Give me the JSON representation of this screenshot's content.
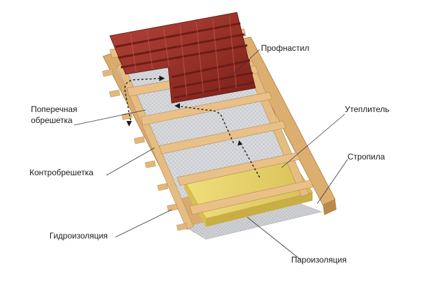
{
  "labels": {
    "profnastil": "Профнастил",
    "poperechnaya_l1": "Поперечная",
    "poperechnaya_l2": "обрешетка",
    "uteplitel": "Утеплитель",
    "stropila": "Стропила",
    "kontrobreshetka": "Контробрешетка",
    "gidroizolyaciya": "Гидроизоляция",
    "paroizolyaciya": "Пароизоляция"
  },
  "colors": {
    "tile": "#9a2d22",
    "tile_dark": "#6e1c15",
    "tile_light": "#b8463a",
    "wood": "#e2b77b",
    "wood_dark": "#b98a4c",
    "membrane": "#d7d9dc",
    "insulation": "#e9d56a",
    "insulation_dark": "#cdb54a"
  }
}
